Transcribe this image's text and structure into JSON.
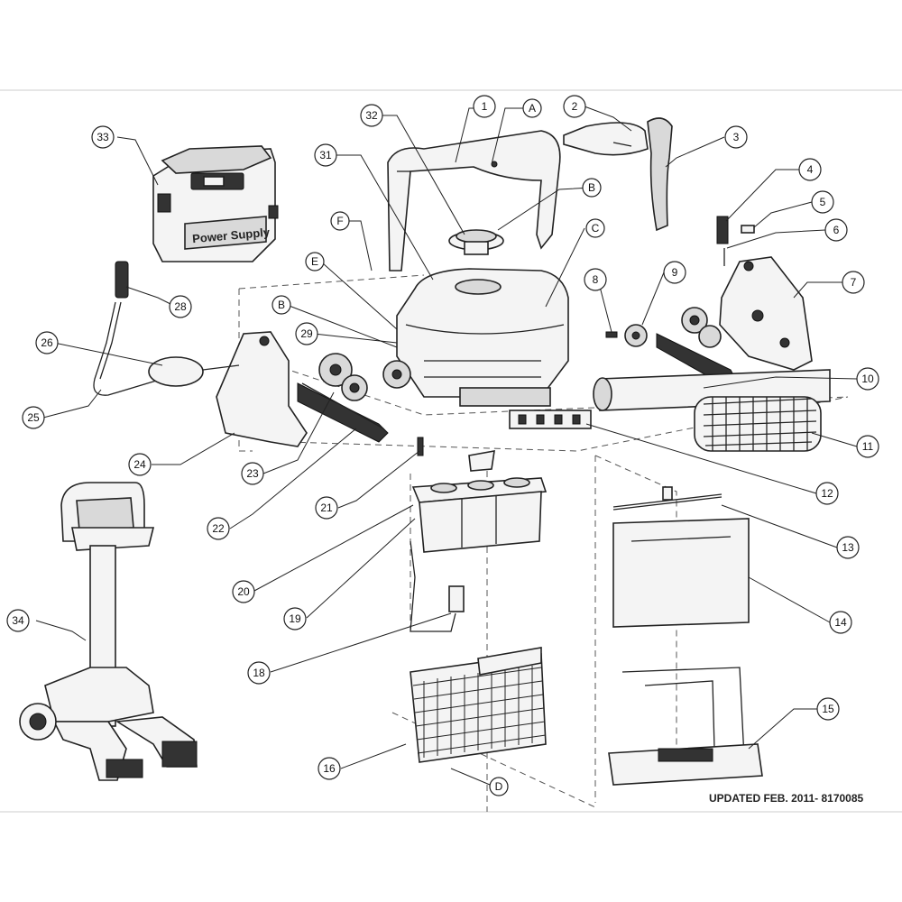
{
  "footer_note": "UPDATED FEB. 2011- 8170085",
  "power_supply_label": "Power Supply",
  "callouts": {
    "n1": "1",
    "n2": "2",
    "n3": "3",
    "n4": "4",
    "n5": "5",
    "n6": "6",
    "n7": "7",
    "n8": "8",
    "n9": "9",
    "n10": "10",
    "n11": "11",
    "n12": "12",
    "n13": "13",
    "n14": "14",
    "n15": "15",
    "n16": "16",
    "n18": "18",
    "n19": "19",
    "n20": "20",
    "n21": "21",
    "n22": "22",
    "n23": "23",
    "n24": "24",
    "n25": "25",
    "n26": "26",
    "n28": "28",
    "n29": "29",
    "n31": "31",
    "n32": "32",
    "n33": "33",
    "n34": "34",
    "A": "A",
    "B1": "B",
    "B2": "B",
    "C": "C",
    "D": "D",
    "E": "E",
    "F": "F"
  }
}
